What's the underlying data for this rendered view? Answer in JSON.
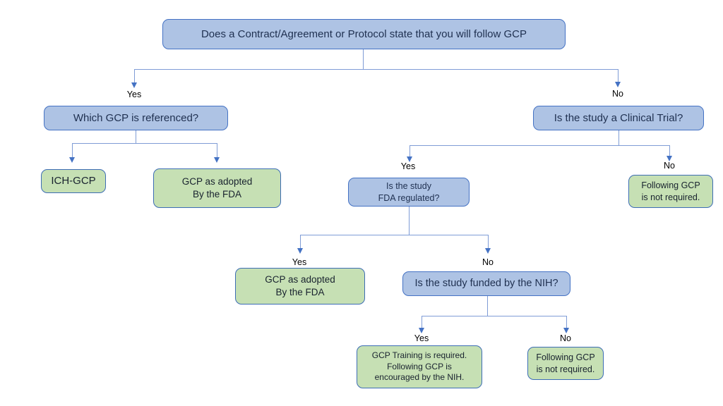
{
  "diagram": {
    "root": "Does a Contract/Agreement or Protocol state that you will follow GCP",
    "which_gcp": "Which GCP is referenced?",
    "clinical_trial": "Is the study a Clinical Trial?",
    "ich_gcp": "ICH-GCP",
    "fda_adopted_left": "GCP as adopted\nBy the FDA",
    "fda_regulated": "Is the study\nFDA regulated?",
    "not_required_trial": "Following GCP\nis not required.",
    "fda_adopted_regulated": "GCP as adopted\nBy the FDA",
    "nih_funded": "Is the study funded by the NIH?",
    "gcp_training_required": "GCP Training is required.\nFollowing GCP is\nencouraged by the NIH.",
    "not_required_nih": "Following GCP\nis not required."
  },
  "branch_labels": {
    "root_yes": "Yes",
    "root_no": "No",
    "trial_yes": "Yes",
    "trial_no": "No",
    "fda_yes": "Yes",
    "fda_no": "No",
    "nih_yes": "Yes",
    "nih_no": "No"
  },
  "colors": {
    "question_fill": "#AEC3E4",
    "question_border": "#4472C4",
    "question_text": "#1F3050",
    "outcome_fill": "#C6E0B4",
    "outcome_border": "#3D6DB5",
    "outcome_text": "#18222E",
    "connector_line": "#7F9CD6",
    "connector_arrow": "#4472C4",
    "background": "#FFFFFF"
  }
}
